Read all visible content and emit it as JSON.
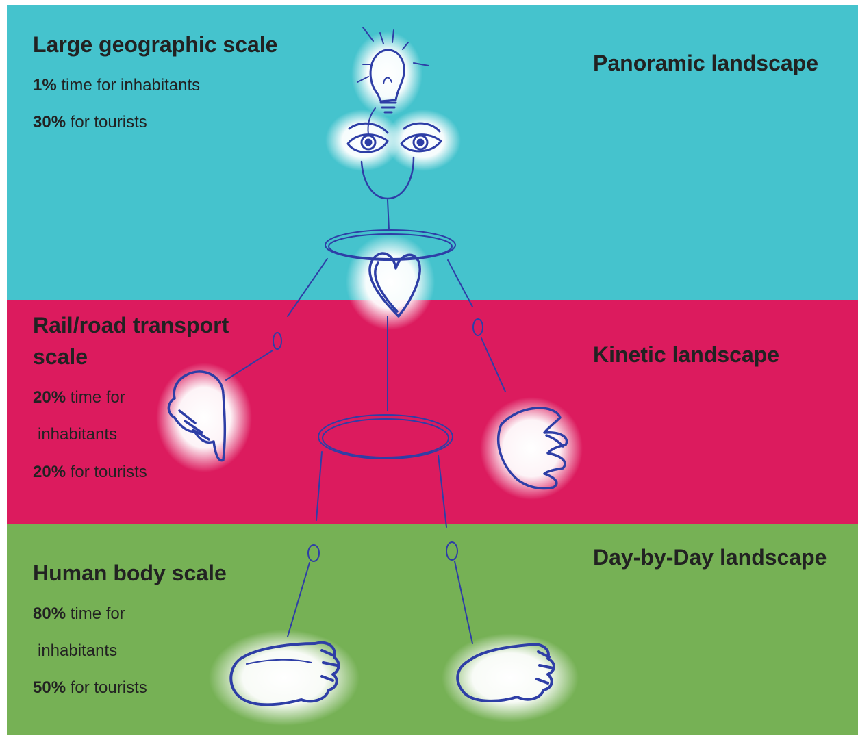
{
  "colors": {
    "top_band": "#45c3cd",
    "middle_band": "#dc1b5e",
    "bottom_band": "#76b155",
    "ink": "#2e3ea6",
    "glow": "#ffffff"
  },
  "bands": {
    "top": {
      "title": "Large geographic scale",
      "stat1_value": "1%",
      "stat1_text": " time for inhabitants",
      "stat2_value": "30%",
      "stat2_text": " for tourists",
      "landscape": "Panoramic landscape"
    },
    "middle": {
      "title_line1": "Rail/road transport",
      "title_line2": "scale",
      "stat1_value": "20%",
      "stat1_text": " time for",
      "stat1_cont": "inhabitants",
      "stat2_value": "20%",
      "stat2_text": " for tourists",
      "landscape": "Kinetic landscape"
    },
    "bottom": {
      "title": "Human body scale",
      "stat1_value": "80%",
      "stat1_text": " time for",
      "stat1_cont": "inhabitants",
      "stat2_value": "50%",
      "stat2_text": " for tourists",
      "landscape": "Day-by-Day landscape"
    }
  },
  "figure_parts": [
    "lightbulb-icon",
    "eyes-icon",
    "heart-icon",
    "left-hand-icon",
    "right-hand-icon",
    "left-foot-icon",
    "right-foot-icon"
  ]
}
